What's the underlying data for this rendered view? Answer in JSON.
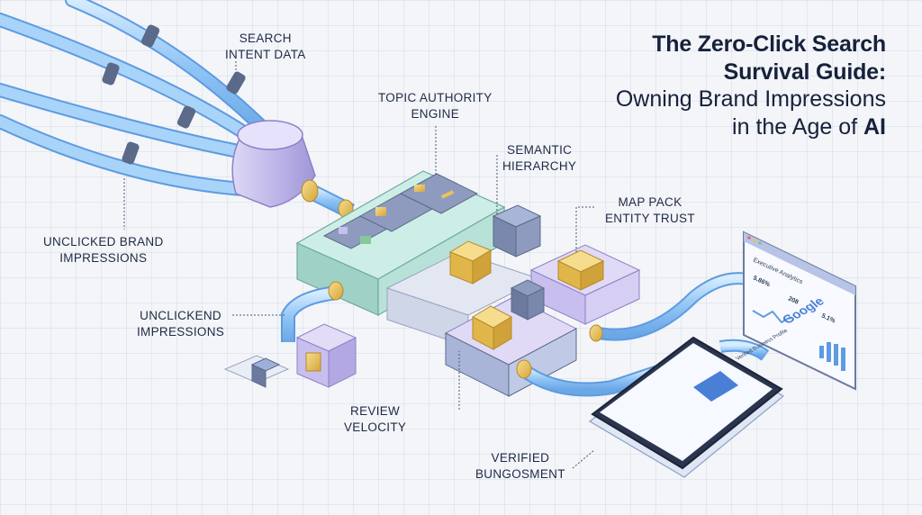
{
  "title": {
    "line1": "The Zero-Click Search",
    "line2": "Survival Guide:",
    "line3": "Owning Brand Impressions",
    "line4_prefix": "in the Age of ",
    "line4_emph": "AI"
  },
  "labels": {
    "search_intent_1": "SEARCH",
    "search_intent_2": "INTENT DATA",
    "topic_1": "TOPIC AUTHORITY",
    "topic_2": "ENGINE",
    "semantic_1": "SEMANTIC",
    "semantic_2": "HIERARCHY",
    "map_1": "MAP PACK",
    "map_2": "ENTITY TRUST",
    "unclicked_brand_1": "UNCLICKED BRAND",
    "unclicked_brand_2": "IMPRESSIONS",
    "unclickend_1": "UNCLICKEND",
    "unclickend_2": "IMPRESSIONS",
    "review_1": "REVIEW",
    "review_2": "VELOCITY",
    "verified_1": "VERIFIED",
    "verified_2": "BUNGOSMENT"
  },
  "dashboard": {
    "title": "Executive Analytics",
    "stat1": "5.86%",
    "stat2": "208",
    "stat3": "5.1%"
  },
  "phone": {
    "brand": "Google",
    "caption": "Verified Business Profile"
  },
  "colors": {
    "pipe": "#8fc4f5",
    "pipe_edge": "#5e9be0",
    "funnel": "#c6c0ec",
    "teal": "#b4e0d6",
    "lavender": "#cdc4ee",
    "slate": "#8e9bbf",
    "gold": "#e9c25c",
    "text": "#1f2a44"
  }
}
